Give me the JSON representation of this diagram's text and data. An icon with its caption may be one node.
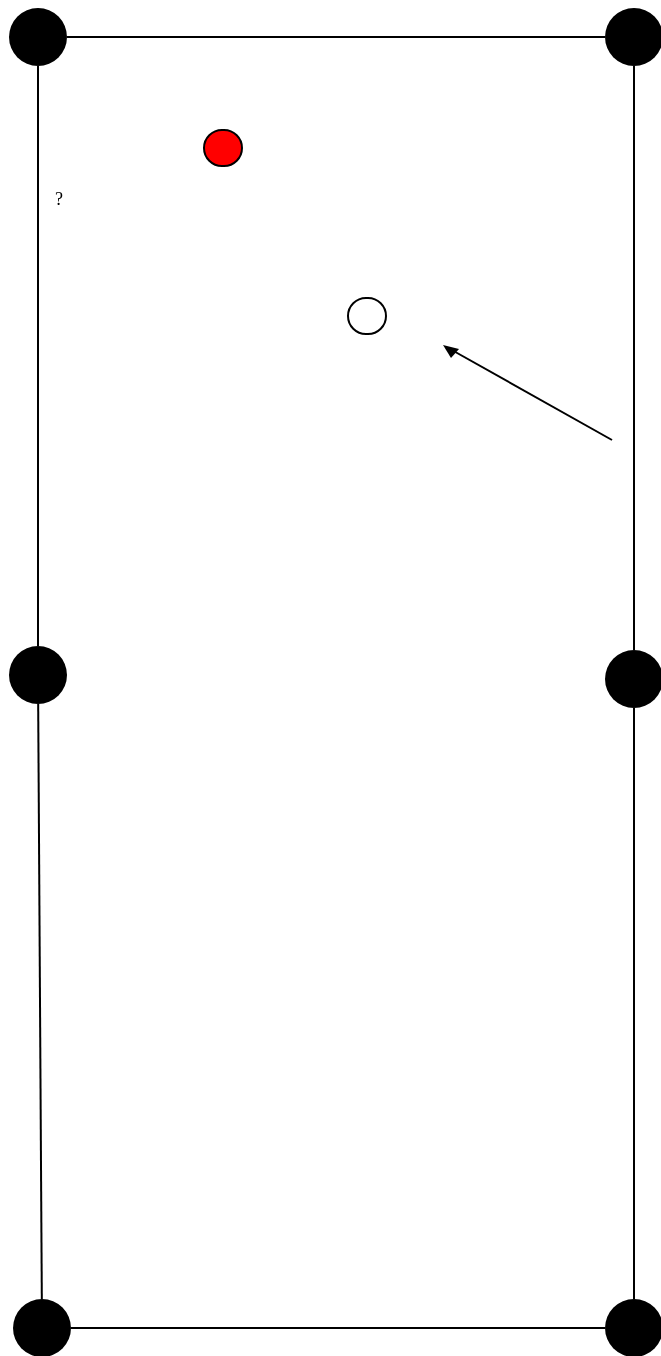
{
  "diagram": {
    "nodes": [
      {
        "text": [],
        "shape": "circle"
      },
      {
        "text": [],
        "shape": "circle"
      },
      {
        "text": [],
        "shape": "circle"
      },
      {
        "text": [],
        "shape": "circle"
      },
      {
        "text": [],
        "shape": "circle"
      },
      {
        "text": [],
        "shape": "circle"
      },
      {
        "text": [],
        "shape": "circle"
      },
      {
        "text": [],
        "shape": "circle"
      }
    ],
    "edges": [
      {
        "from": 0,
        "to": 1,
        "arrow": "none"
      },
      {
        "from": 0,
        "to": 4,
        "arrow": "none"
      },
      {
        "from": 4,
        "to": 6,
        "arrow": "none"
      },
      {
        "from": 6,
        "to": 7,
        "arrow": "none"
      },
      {
        "from": 1,
        "to": 5,
        "arrow": "none"
      },
      {
        "from": 5,
        "to": 7,
        "arrow": "none"
      }
    ],
    "labels": [
      "?"
    ]
  }
}
